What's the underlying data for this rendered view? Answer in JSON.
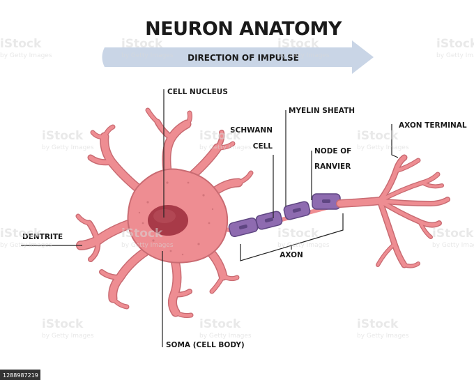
{
  "title": "NEURON ANATOMY",
  "impulse_arrow_label": "DIRECTION OF IMPULSE",
  "labels": {
    "cell_nucleus": "CELL NUCLEUS",
    "schwann_cell_line1": "SCHWANN",
    "schwann_cell_line2": "CELL",
    "myelin_sheath": "MYELIN SHEATH",
    "node_of_ranvier_line1": "NODE OF",
    "node_of_ranvier_line2": "RANVIER",
    "axon_terminal": "AXON TERMINAL",
    "dentrite": "DENTRITE",
    "axon": "AXON",
    "soma": "SOMA (CELL BODY)"
  },
  "watermark": {
    "brand": "iStock",
    "credit": "by Getty Images"
  },
  "footer": {
    "image_id": "1288987219"
  },
  "colors": {
    "cell_body": "#ee8d92",
    "cell_outline": "#c96b72",
    "nucleus": "#a83a48",
    "myelin": "#8e6bb0",
    "myelin_dark": "#5f4682",
    "arrow": "#c9d5e6",
    "footer_bar": "#333333"
  }
}
